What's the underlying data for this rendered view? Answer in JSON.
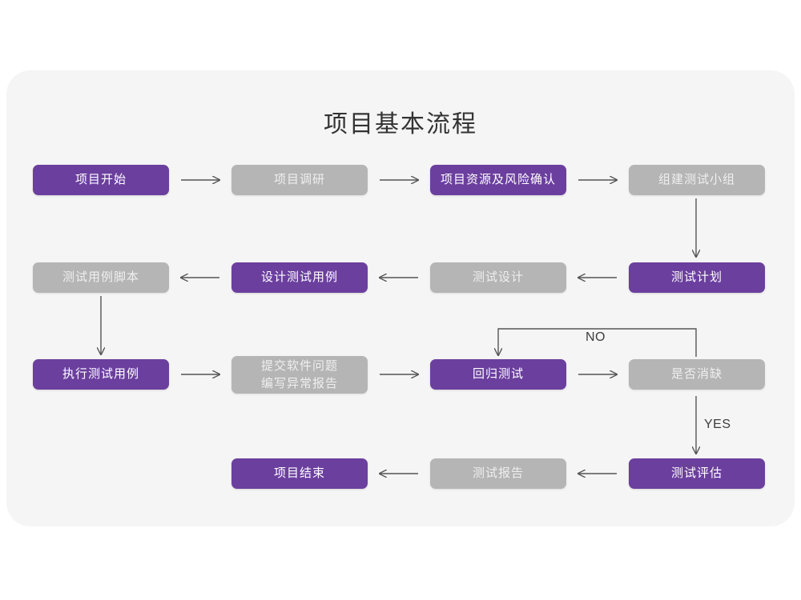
{
  "page": {
    "background_color": "#ffffff",
    "card_color": "#f5f5f5"
  },
  "diagram": {
    "title": "项目基本流程",
    "colors": {
      "active": "#6b3f9e",
      "inactive": "#b5b5b5",
      "active_text": "#ffffff",
      "inactive_text": "#efefef",
      "connector": "#555555",
      "label_text": "#3c3c3c"
    },
    "nodes": [
      {
        "id": "n1",
        "label": "项目开始",
        "state": "active",
        "row": 1,
        "col": 1
      },
      {
        "id": "n2",
        "label": "项目调研",
        "state": "inactive",
        "row": 1,
        "col": 2
      },
      {
        "id": "n3",
        "label": "项目资源及风险确认",
        "state": "active",
        "row": 1,
        "col": 3
      },
      {
        "id": "n4",
        "label": "组建测试小组",
        "state": "inactive",
        "row": 1,
        "col": 4
      },
      {
        "id": "n5",
        "label": "测试用例脚本",
        "state": "inactive",
        "row": 2,
        "col": 1
      },
      {
        "id": "n6",
        "label": "设计测试用例",
        "state": "active",
        "row": 2,
        "col": 2
      },
      {
        "id": "n7",
        "label": "测试设计",
        "state": "inactive",
        "row": 2,
        "col": 3
      },
      {
        "id": "n8",
        "label": "测试计划",
        "state": "active",
        "row": 2,
        "col": 4
      },
      {
        "id": "n9",
        "label": "执行测试用例",
        "state": "active",
        "row": 3,
        "col": 1
      },
      {
        "id": "n10",
        "label": "提交软件问题\n编写异常报告",
        "state": "inactive",
        "row": 3,
        "col": 2
      },
      {
        "id": "n11",
        "label": "回归测试",
        "state": "active",
        "row": 3,
        "col": 3
      },
      {
        "id": "n12",
        "label": "是否消缺",
        "state": "inactive",
        "row": 3,
        "col": 4
      },
      {
        "id": "n13",
        "label": "项目结束",
        "state": "active",
        "row": 4,
        "col": 2
      },
      {
        "id": "n14",
        "label": "测试报告",
        "state": "inactive",
        "row": 4,
        "col": 3
      },
      {
        "id": "n15",
        "label": "测试评估",
        "state": "active",
        "row": 4,
        "col": 4
      }
    ],
    "edge_labels": {
      "no": "NO",
      "yes": "YES"
    }
  }
}
